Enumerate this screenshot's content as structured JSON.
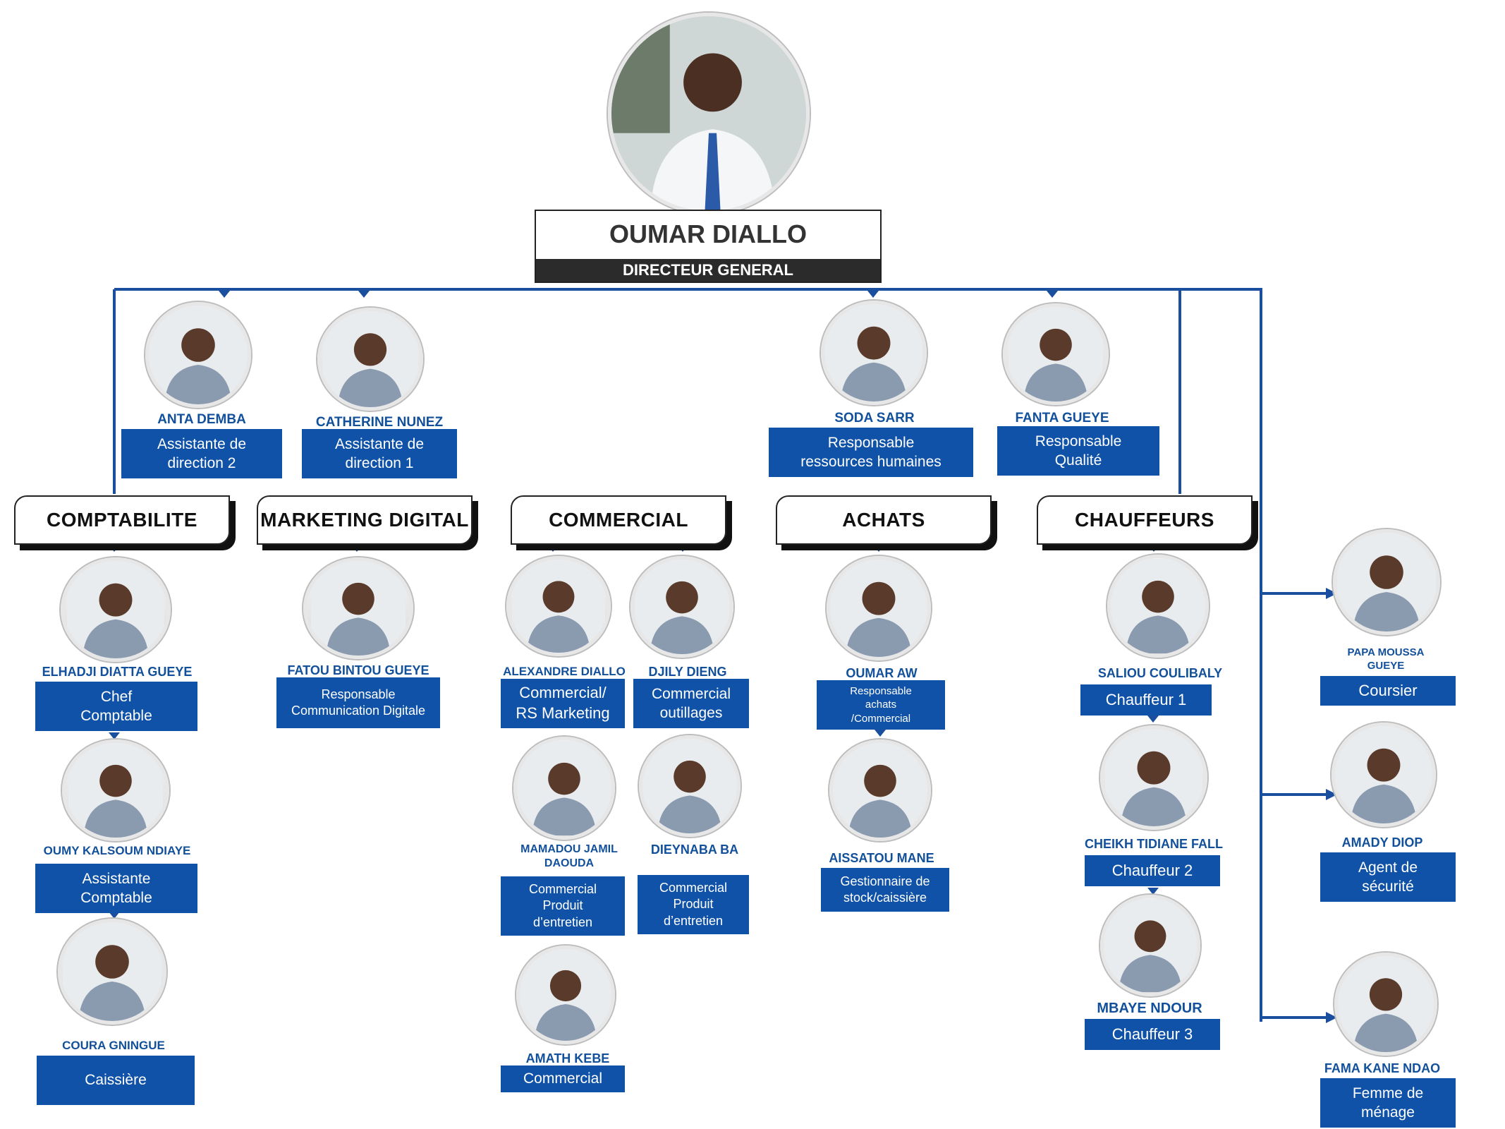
{
  "director": {
    "name": "OUMAR DIALLO",
    "title": "DIRECTEUR GENERAL",
    "photo_icon": "person-portrait-icon"
  },
  "departments": {
    "comptabilite": "COMPTABILITE",
    "marketing": "MARKETING DIGITAL",
    "commercial": "COMMERCIAL",
    "achats": "ACHATS",
    "chauffeurs": "CHAUFFEURS"
  },
  "assistants": [
    {
      "name": "ANTA DEMBA",
      "role": "Assistante de\ndirection 2"
    },
    {
      "name": "CATHERINE NUNEZ",
      "role": "Assistante de\ndirection 1"
    },
    {
      "name": "SODA SARR",
      "role": "Responsable\nressources humaines"
    },
    {
      "name": "FANTA GUEYE",
      "role": "Responsable\nQualité"
    }
  ],
  "comptabilite": [
    {
      "name": "ELHADJI DIATTA GUEYE",
      "role": "Chef\nComptable"
    },
    {
      "name": "OUMY KALSOUM NDIAYE",
      "role": "Assistante\nComptable"
    },
    {
      "name": "COURA GNINGUE",
      "role": "Caissière"
    }
  ],
  "marketing": [
    {
      "name": "FATOU BINTOU GUEYE",
      "role": "Responsable\nCommunication Digitale"
    }
  ],
  "commercial": [
    {
      "name": "ALEXANDRE DIALLO",
      "role": "Commercial/\nRS Marketing"
    },
    {
      "name": "DJILY DIENG",
      "role": "Commercial\noutillages"
    },
    {
      "name": "MAMADOU JAMIL\nDAOUDA",
      "role": "Commercial\nProduit\nd’entretien"
    },
    {
      "name": "DIEYNABA BA",
      "role": "Commercial\nProduit\nd’entretien"
    },
    {
      "name": "AMATH KEBE",
      "role": "Commercial"
    }
  ],
  "achats": [
    {
      "name": "OUMAR AW",
      "role": "Responsable\nachats\n/Commercial"
    },
    {
      "name": "AISSATOU MANE",
      "role": "Gestionnaire de\nstock/caissière"
    }
  ],
  "chauffeurs": [
    {
      "name": "SALIOU COULIBALY",
      "role": "Chauffeur 1"
    },
    {
      "name": "CHEIKH TIDIANE FALL",
      "role": "Chauffeur 2"
    },
    {
      "name": "MBAYE NDOUR",
      "role": "Chauffeur 3"
    }
  ],
  "services": [
    {
      "name": "PAPA MOUSSA\nGUEYE",
      "role": "Coursier"
    },
    {
      "name": "AMADY DIOP",
      "role": "Agent de\nsécurité"
    },
    {
      "name": "FAMA KANE NDAO",
      "role": "Femme de\nménage"
    }
  ],
  "colors": {
    "accent": "#0f52a8",
    "name_text": "#12509b",
    "title_bar": "#2b2b2b",
    "line": "#1a4fa0"
  }
}
